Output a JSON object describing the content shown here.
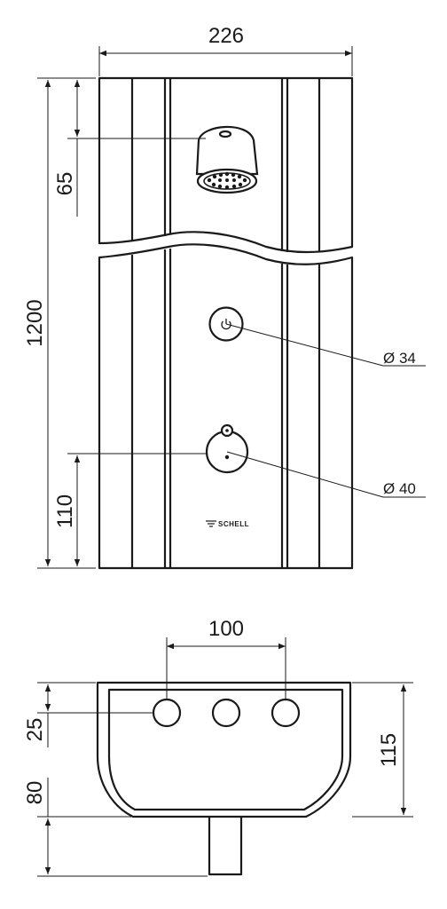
{
  "front_view": {
    "width_label": "226",
    "height_label": "1200",
    "shower_head_offset_label": "65",
    "valve_offset_label": "110",
    "button_diameter_label": "Ø 34",
    "valve_diameter_label": "Ø 40",
    "brand_label": "SCHELL"
  },
  "side_view": {
    "spacing_label": "100",
    "top_offset_label": "25",
    "depth_label": "115",
    "pipe_length_label": "80"
  }
}
